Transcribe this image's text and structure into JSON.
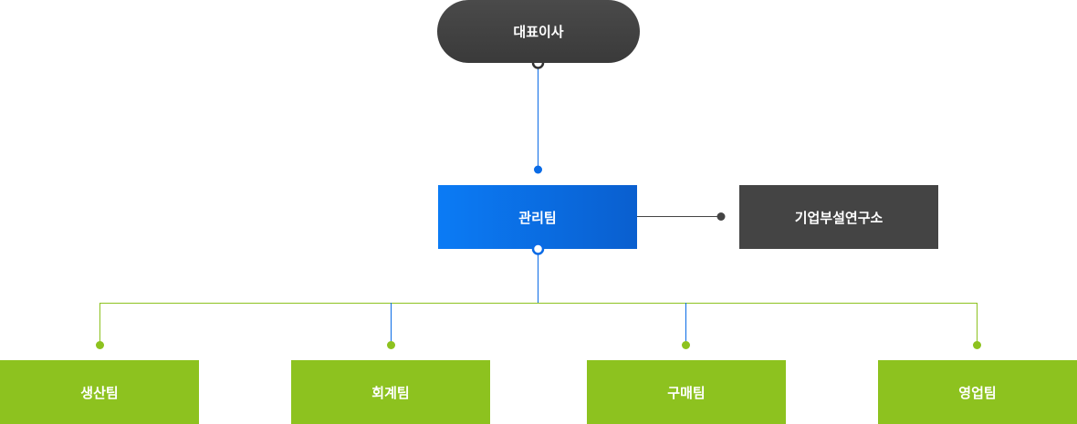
{
  "ceo": {
    "label": "대표이사"
  },
  "management": {
    "label": "관리팀"
  },
  "research_lab": {
    "label": "기업부설연구소"
  },
  "teams": [
    {
      "label": "생산팀"
    },
    {
      "label": "회계팀"
    },
    {
      "label": "구매팀"
    },
    {
      "label": "영업팀"
    }
  ],
  "colors": {
    "ceo": "#3f3f3f",
    "management": "#0a6be6",
    "research_lab": "#444444",
    "team": "#8dc21f",
    "line_blue": "#0a6be6",
    "line_green": "#8dc21f",
    "line_dark": "#444444"
  }
}
